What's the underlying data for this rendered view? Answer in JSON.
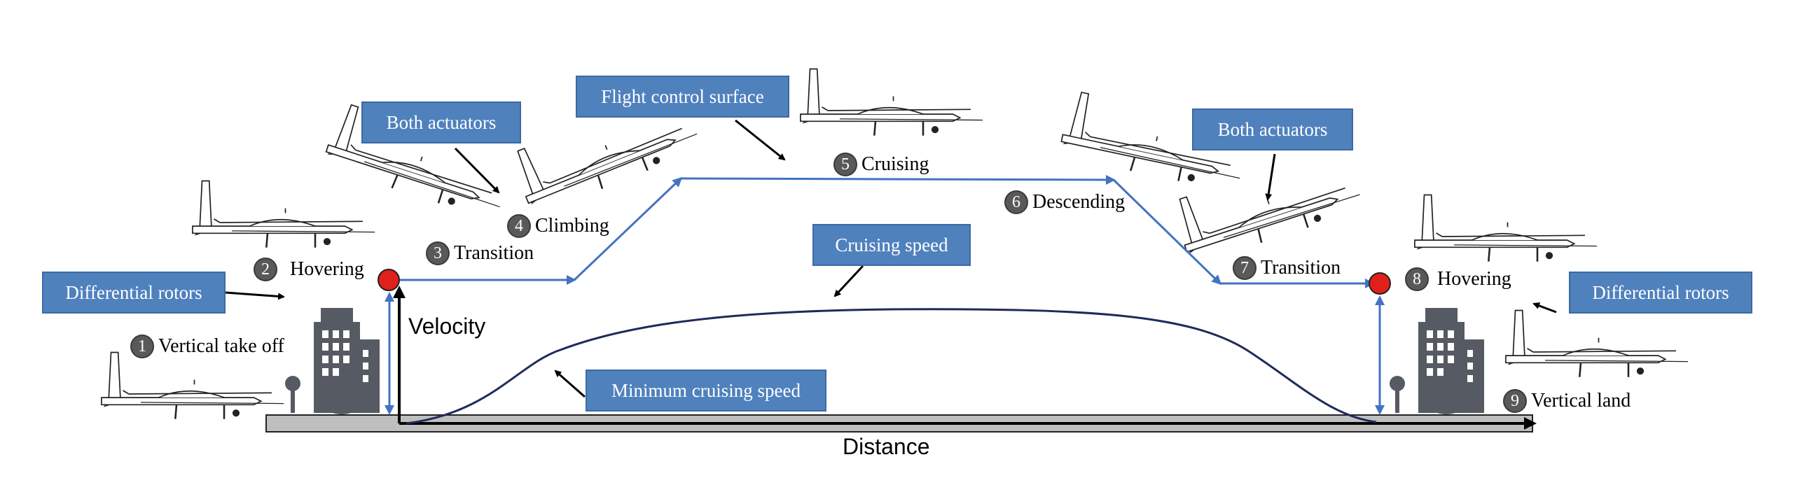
{
  "boxes": {
    "diff_rotors_left": "Differential rotors",
    "both_actuators_left": "Both actuators",
    "flight_control_surface": "Flight control surface",
    "cruising_speed": "Cruising speed",
    "minimum_cruising_speed": "Minimum cruising speed",
    "both_actuators_right": "Both actuators",
    "diff_rotors_right": "Differential rotors"
  },
  "phases": [
    {
      "num": "1",
      "label": "Vertical take off"
    },
    {
      "num": "2",
      "label": "Hovering"
    },
    {
      "num": "3",
      "label": "Transition"
    },
    {
      "num": "4",
      "label": "Climbing"
    },
    {
      "num": "5",
      "label": "Cruising"
    },
    {
      "num": "6",
      "label": "Descending"
    },
    {
      "num": "7",
      "label": "Transition"
    },
    {
      "num": "8",
      "label": "Hovering"
    },
    {
      "num": "9",
      "label": "Vertical land"
    }
  ],
  "axes": {
    "y": "Velocity",
    "x": "Distance"
  },
  "colors": {
    "box": "#4f81bd",
    "path": "#4472c4",
    "curve": "#1f2a5c",
    "marker": "#e0201b",
    "building": "#555a63",
    "ground": "#bfbfbf"
  },
  "icons": [
    "aircraft-icon",
    "building-icon"
  ]
}
